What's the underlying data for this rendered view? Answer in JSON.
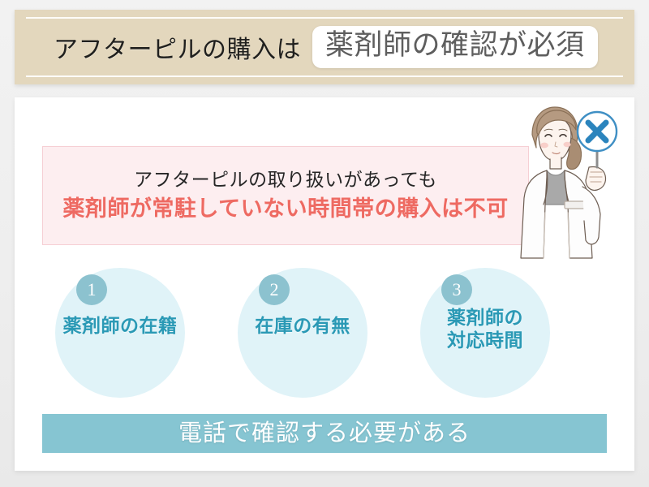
{
  "header": {
    "lead_text": "アフターピルの購入は",
    "highlight_text": "薬剤師の確認が必須"
  },
  "alert": {
    "line1": "アフターピルの取り扱いがあっても",
    "line2": "薬剤師が常駐していない時間帯の購入は不可"
  },
  "illustration": {
    "name": "pharmacist-with-x-sign",
    "sign_mark": "×"
  },
  "checklist": {
    "items": [
      {
        "number": "1",
        "label_line1": "薬剤師の在籍",
        "label_line2": ""
      },
      {
        "number": "2",
        "label_line1": "在庫の有無",
        "label_line2": ""
      },
      {
        "number": "3",
        "label_line1": "薬剤師の",
        "label_line2": "対応時間"
      }
    ]
  },
  "footer": {
    "text": "電話で確認する必要がある"
  },
  "colors": {
    "header_band": "#e3d7bd",
    "alert_bg": "#fdeef0",
    "alert_border": "#f6cfd4",
    "alert_emphasis": "#ee6a62",
    "circle_bg": "#e0f3f8",
    "badge": "#8cc2cf",
    "label_teal": "#2a99b5",
    "footer_bar": "#86c5d2",
    "sign_blue": "#2b84bd"
  }
}
